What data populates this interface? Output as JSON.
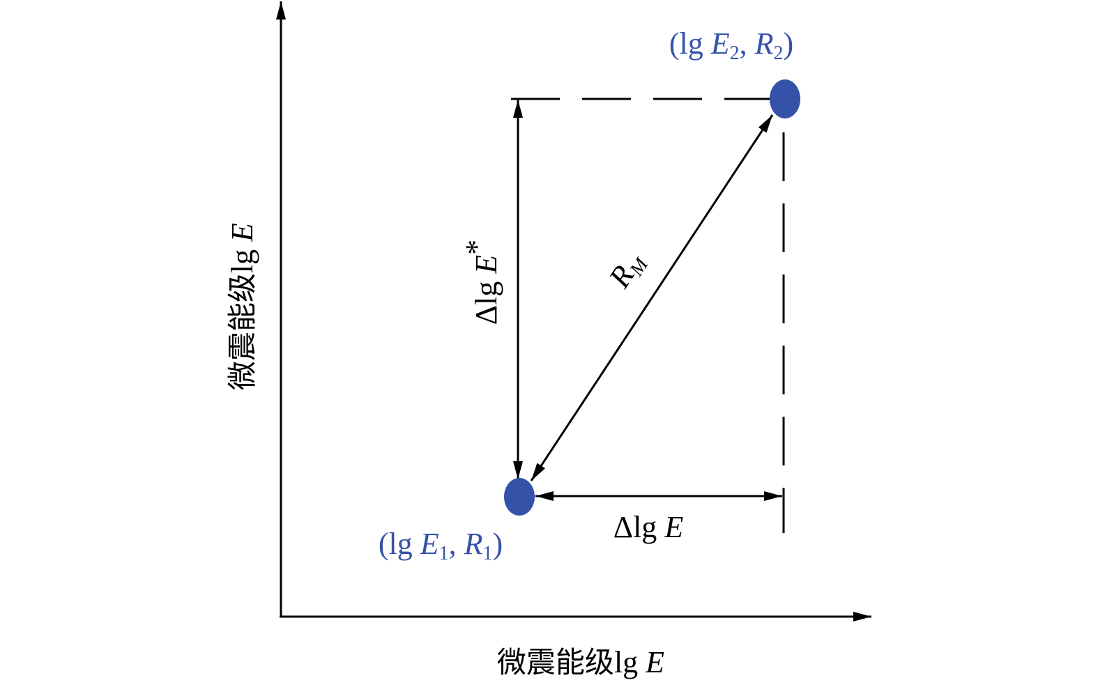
{
  "colors": {
    "point": "#3452a8",
    "line": "#000000"
  },
  "axes": {
    "x_label": {
      "cn": "微震能级",
      "lg": "lg ",
      "var": "E"
    },
    "y_label": {
      "cn": "微震能级",
      "lg": "lg ",
      "var": "E"
    }
  },
  "points": [
    {
      "id": "p1",
      "label_open": "(lg ",
      "E": "E",
      "E_sub": "1",
      "sep": ", ",
      "R": "R",
      "R_sub": "1",
      "label_close": ")"
    },
    {
      "id": "p2",
      "label_open": "(lg ",
      "E": "E",
      "E_sub": "2",
      "sep": ", ",
      "R": "R",
      "R_sub": "2",
      "label_close": ")"
    }
  ],
  "annotations": {
    "delta_lgE_star": {
      "prefix": "Δlg ",
      "var": "E",
      "sup": "*"
    },
    "delta_lgE": {
      "prefix": "Δlg ",
      "var": "E"
    },
    "RM": {
      "var": "R",
      "sub": "M"
    }
  }
}
